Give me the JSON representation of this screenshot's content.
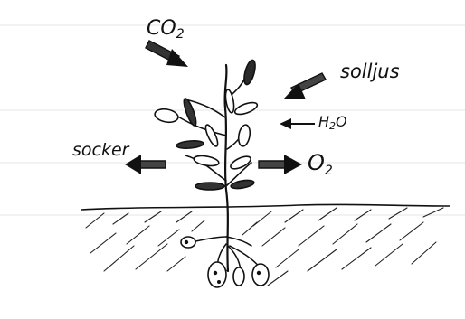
{
  "labels": {
    "co2_main": "CO",
    "co2_sub": "2",
    "sunlight": "solljus",
    "water_main": "H",
    "water_sub": "2",
    "water_tail": "O",
    "sugar": "socker",
    "oxygen_main": "O",
    "oxygen_sub": "2"
  },
  "colors": {
    "ink": "#111111",
    "paper": "#ffffff",
    "faint_line": "#e4e4e4"
  }
}
